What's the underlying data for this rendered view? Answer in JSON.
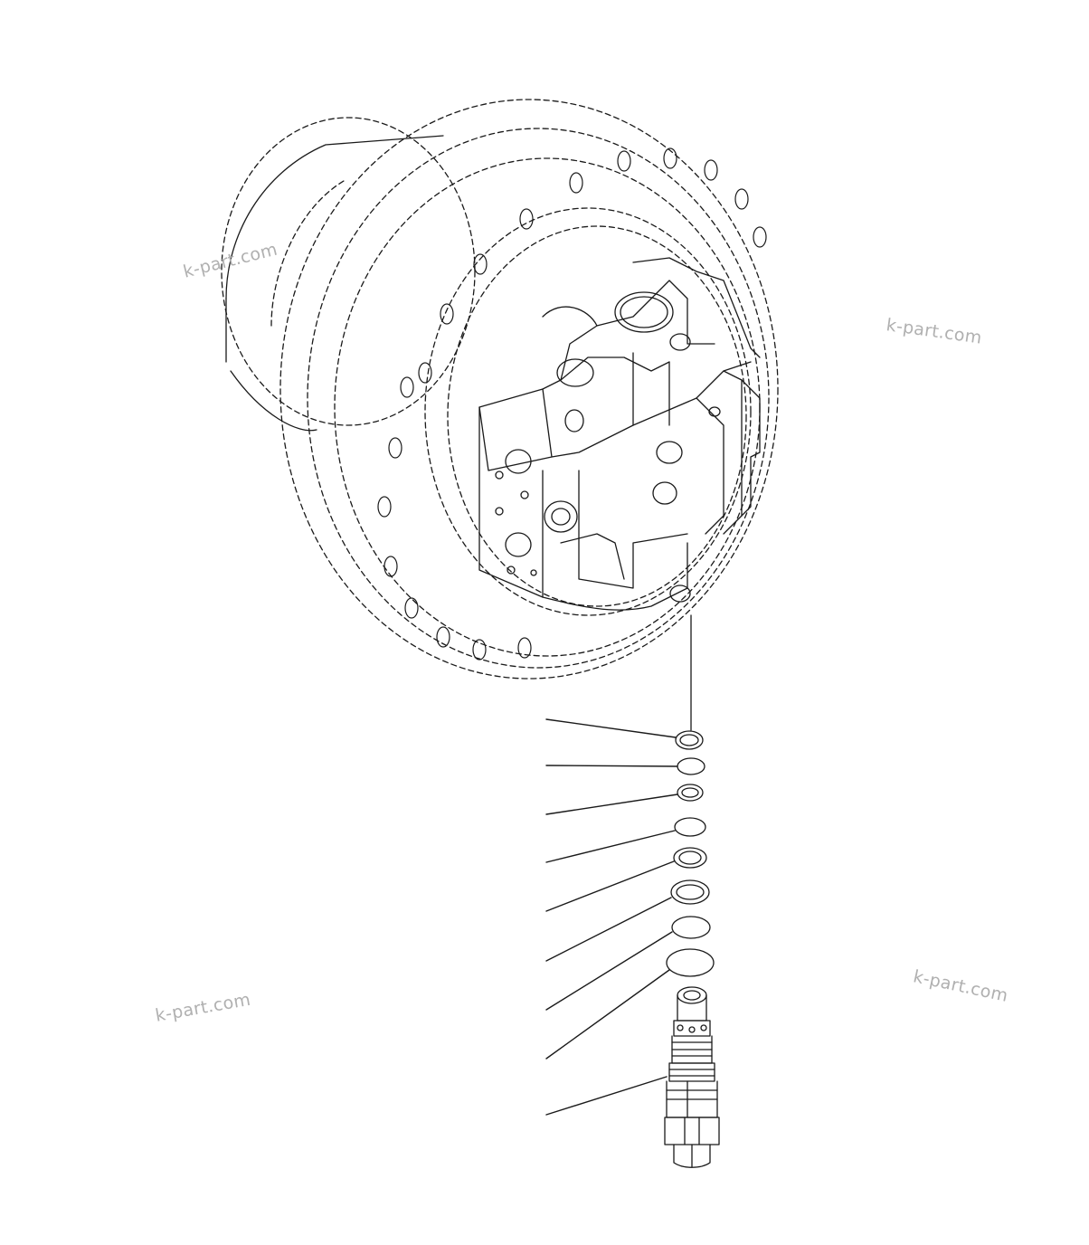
{
  "watermarks": [
    {
      "text": "k-part.com"
    },
    {
      "text": "k-part.com"
    },
    {
      "text": "k-part.com"
    },
    {
      "text": "k-part.com"
    }
  ],
  "colors": {
    "line": "#1a1a1a",
    "watermark": "#b0b0b0",
    "background": "#ffffff"
  }
}
